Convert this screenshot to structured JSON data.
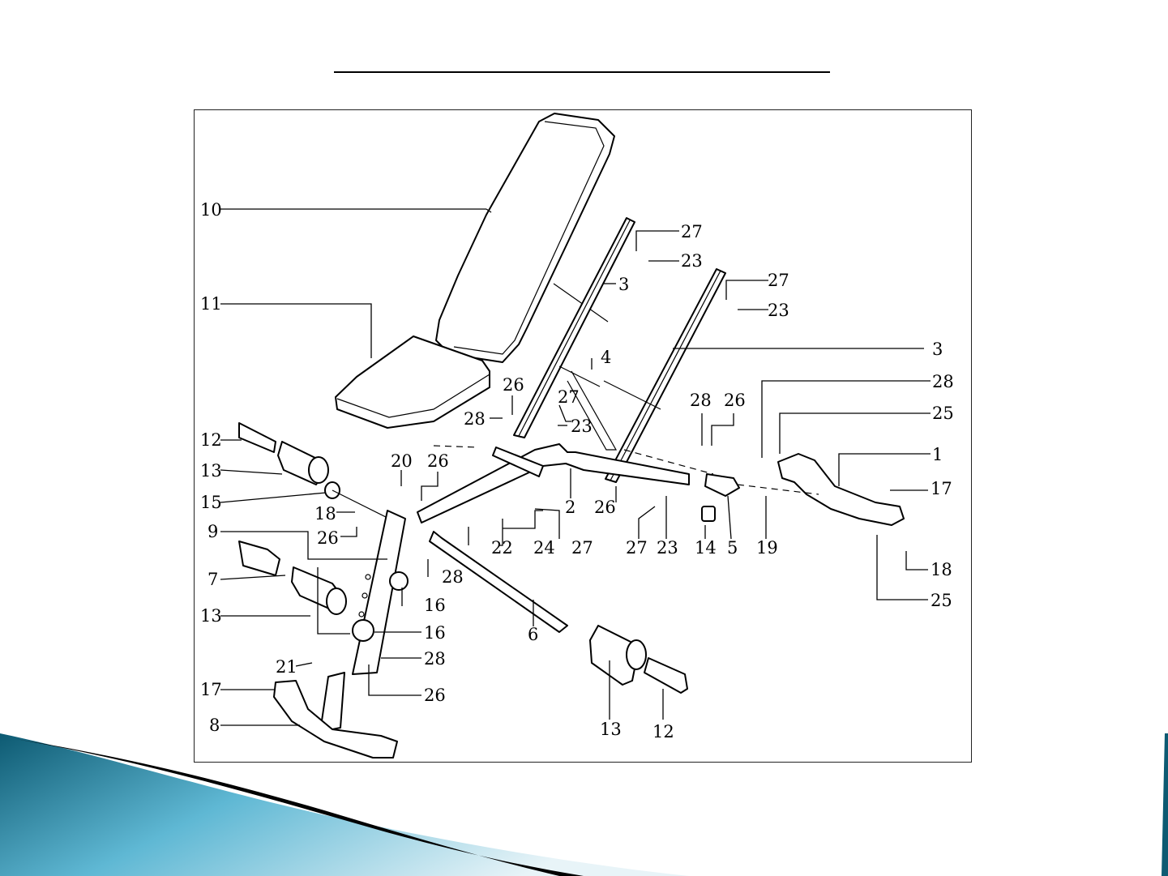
{
  "slide": {
    "accent_colors": {
      "teal_dark": "#0d5a72",
      "teal_light": "#5fb8d4",
      "shadow": "#000000"
    }
  },
  "diagram": {
    "part_labels": [
      {
        "id": "p10",
        "text": "10"
      },
      {
        "id": "p11",
        "text": "11"
      },
      {
        "id": "p12a",
        "text": "12"
      },
      {
        "id": "p13a",
        "text": "13"
      },
      {
        "id": "p15",
        "text": "15"
      },
      {
        "id": "p18a",
        "text": "18"
      },
      {
        "id": "p26a",
        "text": "26"
      },
      {
        "id": "p9",
        "text": "9"
      },
      {
        "id": "p7",
        "text": "7"
      },
      {
        "id": "p13b",
        "text": "13"
      },
      {
        "id": "p21",
        "text": "21"
      },
      {
        "id": "p17a",
        "text": "17"
      },
      {
        "id": "p8",
        "text": "8"
      },
      {
        "id": "p20",
        "text": "20"
      },
      {
        "id": "p26b",
        "text": "26"
      },
      {
        "id": "p28a",
        "text": "28"
      },
      {
        "id": "p26c",
        "text": "26"
      },
      {
        "id": "p22",
        "text": "22"
      },
      {
        "id": "p24",
        "text": "24"
      },
      {
        "id": "p27a",
        "text": "27"
      },
      {
        "id": "p16a",
        "text": "16"
      },
      {
        "id": "p16b",
        "text": "16"
      },
      {
        "id": "p28b",
        "text": "28"
      },
      {
        "id": "p28c",
        "text": "28"
      },
      {
        "id": "p26d",
        "text": "26"
      },
      {
        "id": "p6",
        "text": "6"
      },
      {
        "id": "p13c",
        "text": "13"
      },
      {
        "id": "p12b",
        "text": "12"
      },
      {
        "id": "p2",
        "text": "2"
      },
      {
        "id": "p26e",
        "text": "26"
      },
      {
        "id": "p27b",
        "text": "27"
      },
      {
        "id": "p23a",
        "text": "23"
      },
      {
        "id": "p14",
        "text": "14"
      },
      {
        "id": "p5",
        "text": "5"
      },
      {
        "id": "p19",
        "text": "19"
      },
      {
        "id": "p27c",
        "text": "27"
      },
      {
        "id": "p23b",
        "text": "23"
      },
      {
        "id": "p3a",
        "text": "3"
      },
      {
        "id": "p27d",
        "text": "27"
      },
      {
        "id": "p23c",
        "text": "23"
      },
      {
        "id": "p27e",
        "text": "27"
      },
      {
        "id": "p23d",
        "text": "23"
      },
      {
        "id": "p4",
        "text": "4"
      },
      {
        "id": "p3b",
        "text": "3"
      },
      {
        "id": "p28d",
        "text": "28"
      },
      {
        "id": "p26f",
        "text": "26"
      },
      {
        "id": "p28e",
        "text": "28"
      },
      {
        "id": "p25a",
        "text": "25"
      },
      {
        "id": "p1",
        "text": "1"
      },
      {
        "id": "p17b",
        "text": "17"
      },
      {
        "id": "p18b",
        "text": "18"
      },
      {
        "id": "p25b",
        "text": "25"
      }
    ]
  }
}
